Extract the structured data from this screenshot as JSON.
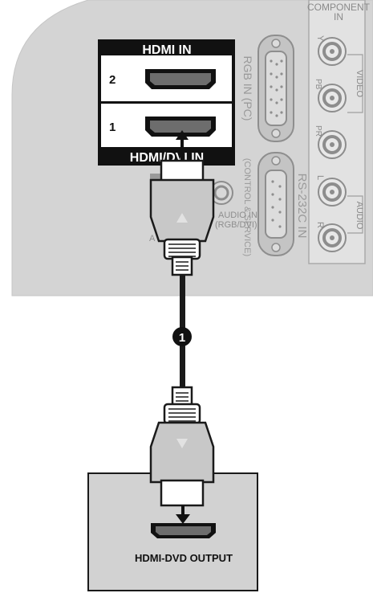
{
  "tv_panel": {
    "hdmi_in_label": "HDMI IN",
    "port_2_label": "2",
    "port_1_label": "1",
    "hdmi_dvi_in_label": "HDMI/DVI IN",
    "rgb_in_label": "RGB IN (PC)",
    "rs232c_label": "RS-232C IN",
    "rs232c_sub_label": "(CONTROL & SERVICE)",
    "audio_in_label": "AUDIO IN",
    "audio_in_sub_label": "(RGB/DVI)",
    "audio_in_partial": "A",
    "component_label": "COMPONENT",
    "component_in_label": "IN",
    "video_label": "VIDEO",
    "audio_label": "AUDIO",
    "jack_y_label": "Y",
    "jack_pb_label": "PB",
    "jack_pr_label": "PR",
    "jack_l_label": "L",
    "jack_r_label": "R"
  },
  "step_number": "1",
  "source_device": {
    "output_label": "HDMI-DVD OUTPUT"
  },
  "colors": {
    "panel_fill": "#d4d4d4",
    "hdmi_box": "#111111",
    "device_fill": "#d2d2d2",
    "cable": "#1a1a1a"
  }
}
